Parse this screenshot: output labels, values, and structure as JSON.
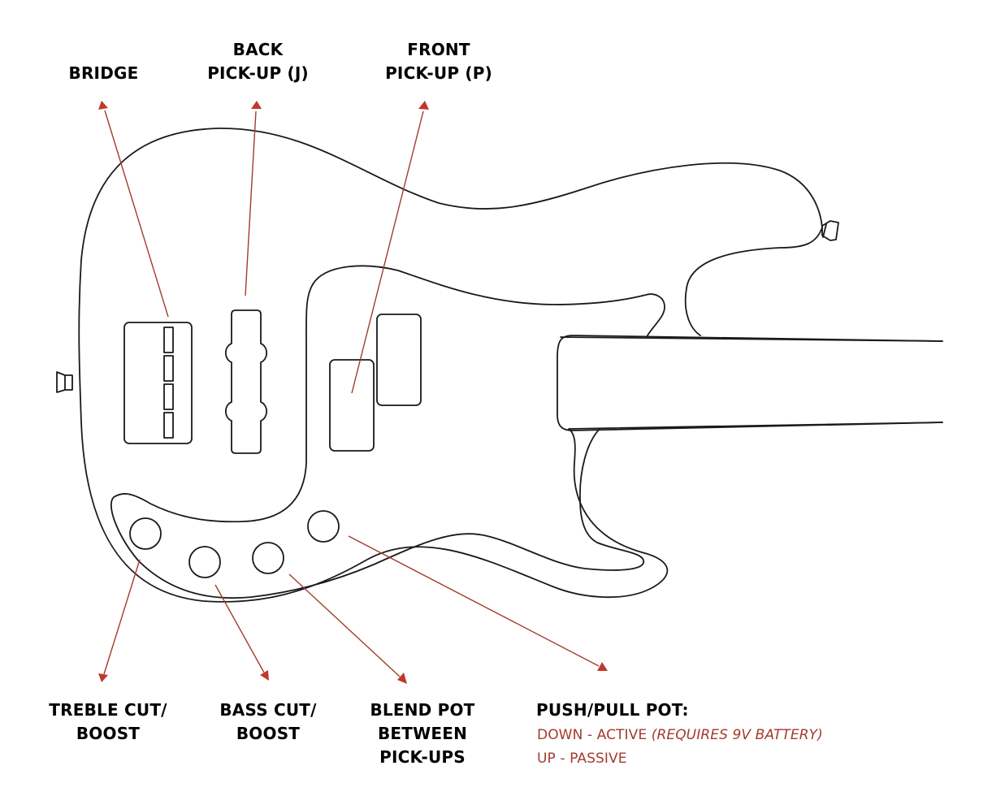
{
  "diagram": {
    "subject": "Bass guitar body wiring layout",
    "colors": {
      "outline": "#1a1a1a",
      "leader": "#a33b2e",
      "arrowhead": "#c0392b",
      "note_text": "#a33b2e",
      "label_text": "#000000",
      "background": "#ffffff"
    },
    "top_labels": {
      "bridge": {
        "lines": [
          "BRIDGE"
        ]
      },
      "back_pickup": {
        "lines": [
          "BACK",
          "PICK-UP (J)"
        ]
      },
      "front_pickup": {
        "lines": [
          "FRONT",
          "PICK-UP (P)"
        ]
      }
    },
    "bottom_labels": {
      "treble": {
        "lines": [
          "TREBLE CUT/",
          "BOOST"
        ]
      },
      "bass": {
        "lines": [
          "BASS CUT/",
          "BOOST"
        ]
      },
      "blend": {
        "lines": [
          "BLEND POT",
          "BETWEEN",
          "PICK-UPS"
        ]
      },
      "push_pull": {
        "title": "PUSH/PULL POT:",
        "down_prefix": "DOWN - ACTIVE ",
        "down_note": "(REQUIRES 9V BATTERY)",
        "up": "UP - PASSIVE"
      }
    }
  }
}
